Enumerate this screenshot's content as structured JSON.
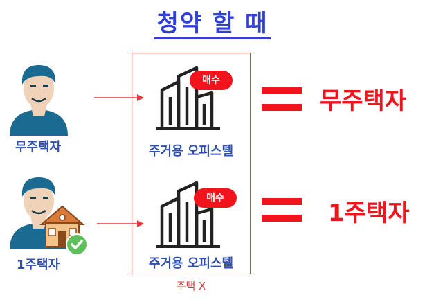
{
  "title": "청약 할 때",
  "rows": [
    {
      "person_label": "무주택자",
      "building_label": "주거용 오피스텔",
      "badge": "매수",
      "result": "무주택자"
    },
    {
      "person_label": "1주택자",
      "building_label": "주거용 오피스텔",
      "badge": "매수",
      "result": "1주택자"
    }
  ],
  "box_label": "주택 X",
  "colors": {
    "title": "#2f3fd8",
    "label": "#2f4fb0",
    "accent": "#f2141c",
    "person": "#1b6a92"
  }
}
